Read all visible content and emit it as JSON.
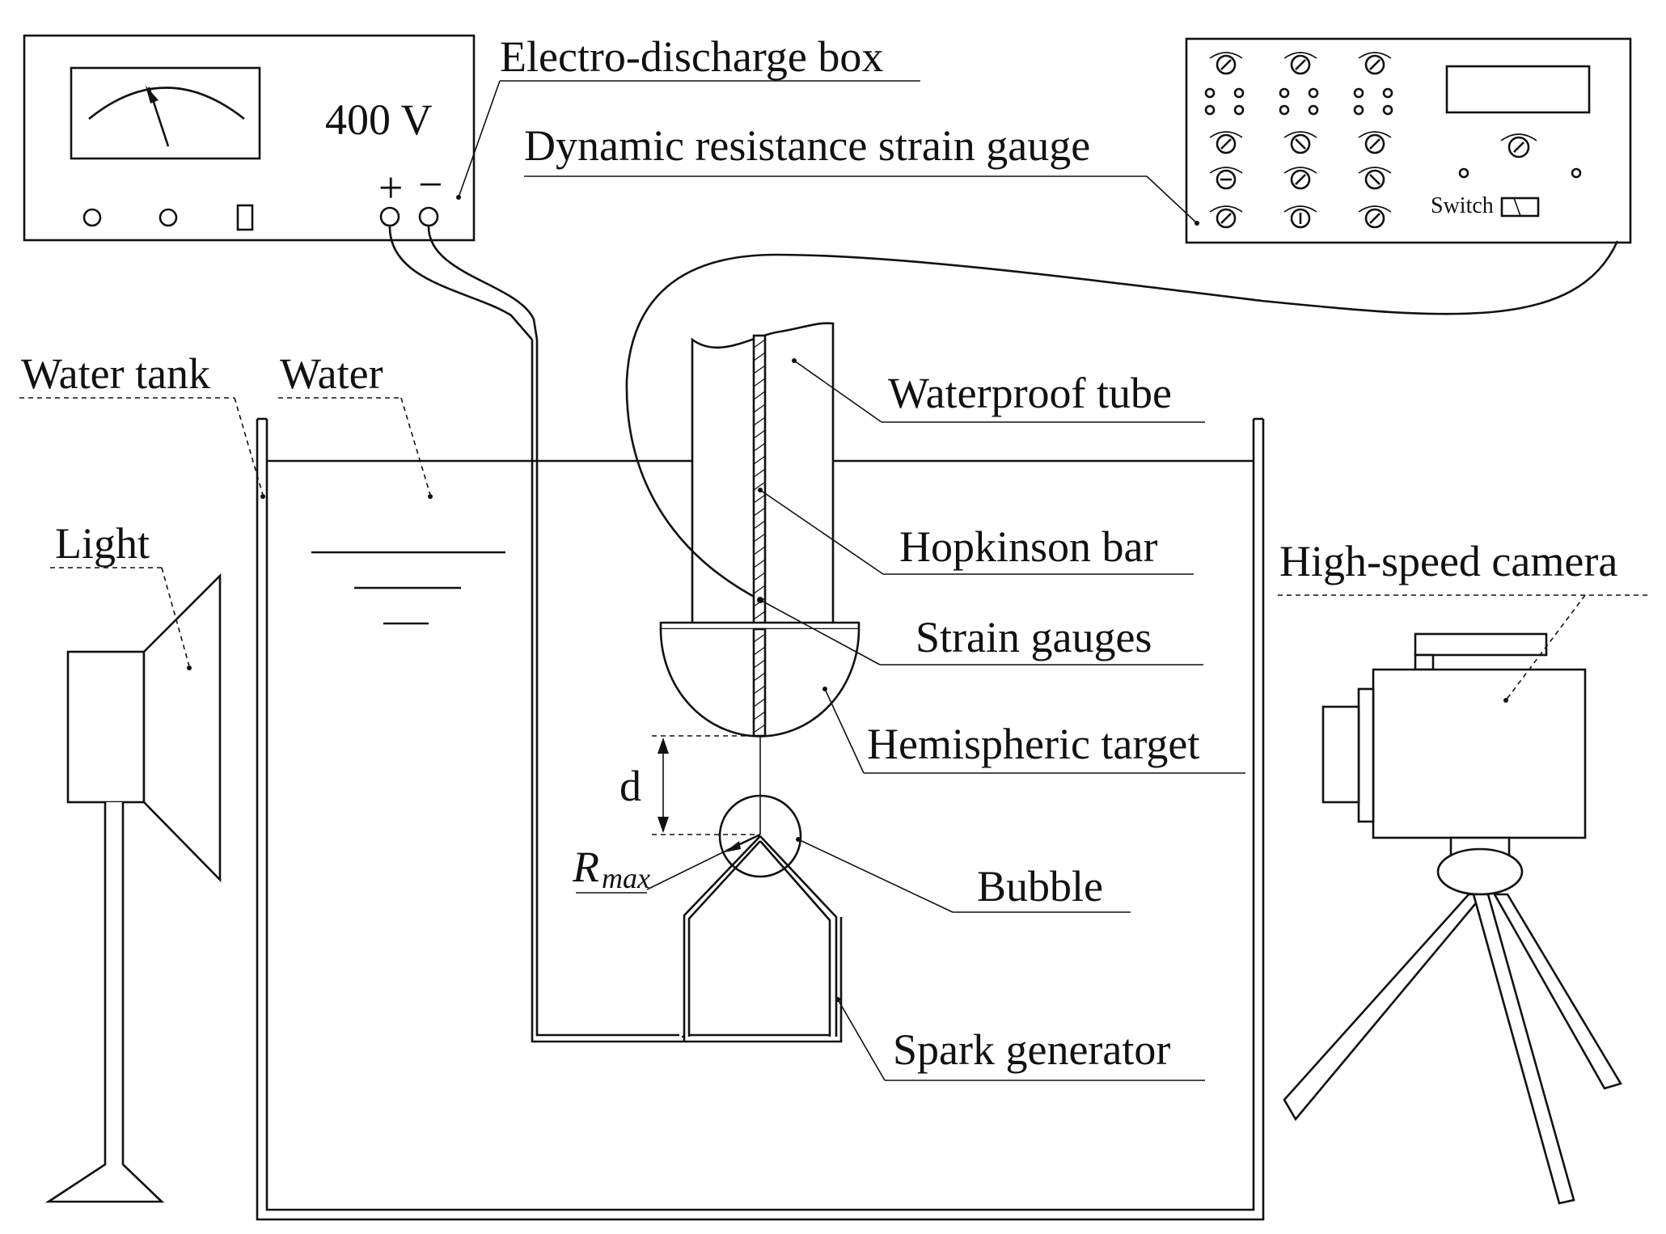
{
  "diagram": {
    "labels": {
      "electro_discharge_box": "Electro-discharge box",
      "voltage": "400 V",
      "plus": "+",
      "minus": "−",
      "strain_gauge_device": "Dynamic resistance strain gauge",
      "switch": "Switch",
      "water_tank": "Water tank",
      "water": "Water",
      "light": "Light",
      "waterproof_tube": "Waterproof tube",
      "hopkinson_bar": "Hopkinson bar",
      "strain_gauges": "Strain gauges",
      "hemispheric_target": "Hemispheric target",
      "distance": "d",
      "rmax_main": "R",
      "rmax_sub": "max",
      "bubble": "Bubble",
      "spark_generator": "Spark generator",
      "high_speed_camera": "High-speed camera"
    }
  }
}
